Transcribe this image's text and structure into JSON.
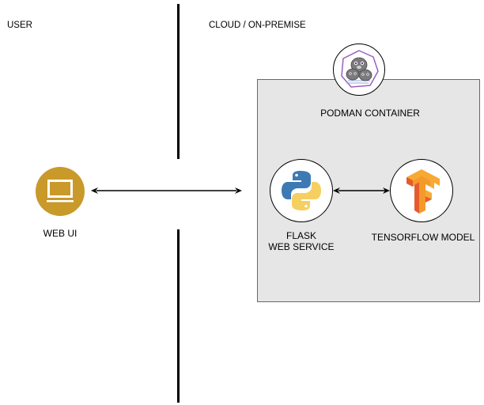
{
  "zones": {
    "user_label": "USER",
    "cloud_label": "CLOUD / ON-PREMISE"
  },
  "nodes": {
    "web_ui": {
      "label": "WEB UI",
      "icon": "monitor-icon",
      "color": "#c9992a"
    },
    "podman": {
      "label": "PODMAN CONTAINER",
      "icon": "podman-seals-icon",
      "accent": "#9b5fc0"
    },
    "flask": {
      "label_line1": "FLASK",
      "label_line2": "WEB SERVICE",
      "icon": "python-icon"
    },
    "tensorflow": {
      "label": "TENSORFLOW MODEL",
      "icon": "tensorflow-icon"
    }
  },
  "edges": [
    {
      "from": "web_ui",
      "to": "podman",
      "type": "bidirectional"
    },
    {
      "from": "flask",
      "to": "tensorflow",
      "type": "bidirectional"
    }
  ],
  "colors": {
    "container_fill": "#e6e6e6",
    "container_border": "#5b6b7b",
    "python_blue": "#3d7ab3",
    "python_yellow": "#f6cf61",
    "tf_orange": "#f39a2a",
    "tf_dark": "#e55b2d"
  }
}
